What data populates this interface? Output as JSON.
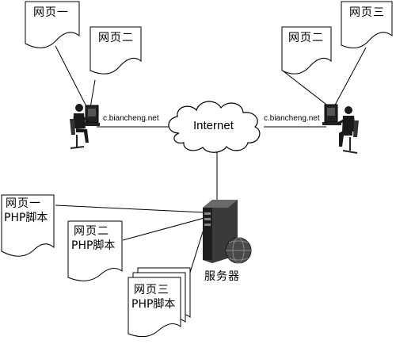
{
  "diagram": {
    "pages": {
      "page1": "网页一",
      "page2": "网页二",
      "page3": "网页三"
    },
    "scripts": {
      "script1": {
        "title": "网页一",
        "sub": "PHP脚本"
      },
      "script2": {
        "title": "网页二",
        "sub": "PHP脚本"
      },
      "script3": {
        "title": "网页三",
        "sub": "PHP脚本"
      }
    },
    "left_client": {
      "host": "c.biancheng.net"
    },
    "right_client": {
      "host": "c.biancheng.net"
    },
    "cloud_label": "Internet",
    "server_label": "服务器"
  }
}
